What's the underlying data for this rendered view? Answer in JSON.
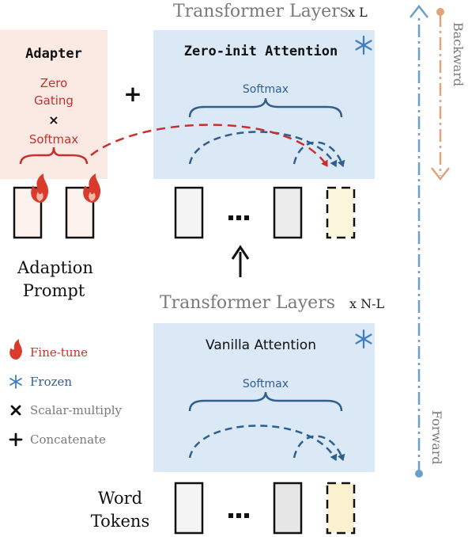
{
  "upper_stack": {
    "title": "Transformer Layers",
    "multiplier": "x L",
    "attention_label": "Zero-init Attention",
    "softmax_label": "Softmax"
  },
  "adapter": {
    "title": "Adapter",
    "line1": "Zero",
    "line2": "Gating",
    "times": "×",
    "line3": "Softmax"
  },
  "concat_symbol": "+",
  "adaption_prompt": {
    "line1": "Adaption",
    "line2": "Prompt"
  },
  "lower_stack": {
    "title": "Transformer Layers",
    "multiplier": "x N-L",
    "attention_label": "Vanilla Attention",
    "softmax_label": "Softmax"
  },
  "word_tokens": {
    "line1": "Word",
    "line2": "Tokens"
  },
  "directions": {
    "backward": "Backward",
    "forward": "Forward"
  },
  "legend": {
    "fine_tune": "Fine-tune",
    "frozen": "Frozen",
    "scalar_multiply": "Scalar-multiply",
    "concatenate": "Concatenate"
  },
  "colors": {
    "adapter_bg": "#fbeae4",
    "attention_bg": "#dbe9f6",
    "red": "#c9302c",
    "blue": "#2f5f8f",
    "backward_arrow": "#e0a27a",
    "forward_arrow": "#6aa0c8",
    "gray_text": "#7a7a7a"
  }
}
